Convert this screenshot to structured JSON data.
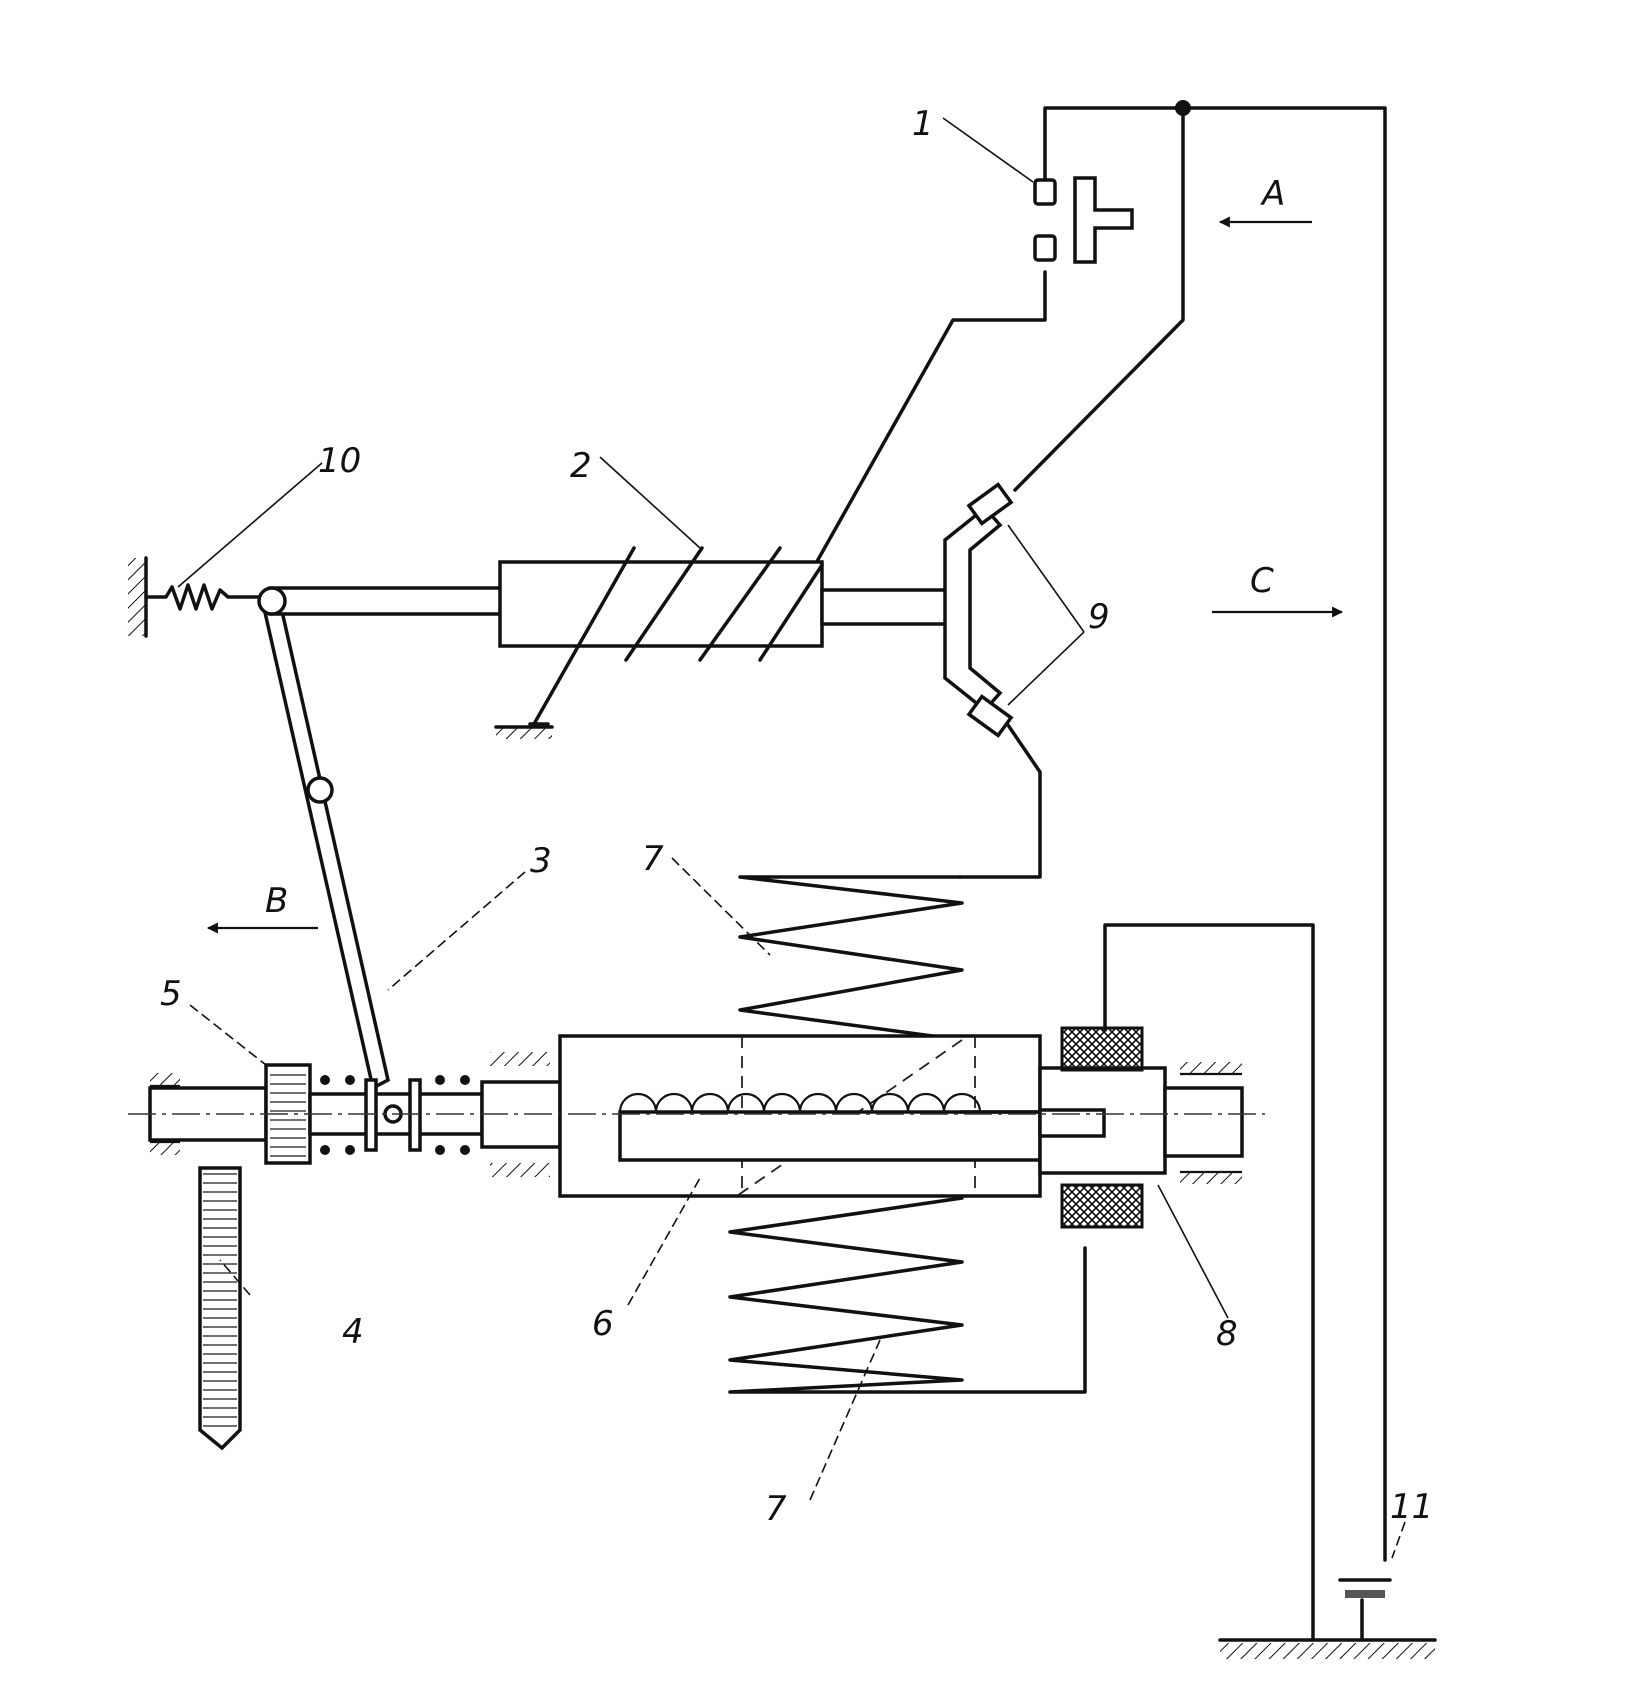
{
  "labels": {
    "l1": "1",
    "l2": "2",
    "l3": "3",
    "l4": "4",
    "l5": "5",
    "l6": "6",
    "l7a": "7",
    "l7b": "7",
    "l8": "8",
    "l9": "9",
    "l10": "10",
    "l11": "11",
    "lA": "A",
    "lB": "B",
    "lC": "C"
  }
}
